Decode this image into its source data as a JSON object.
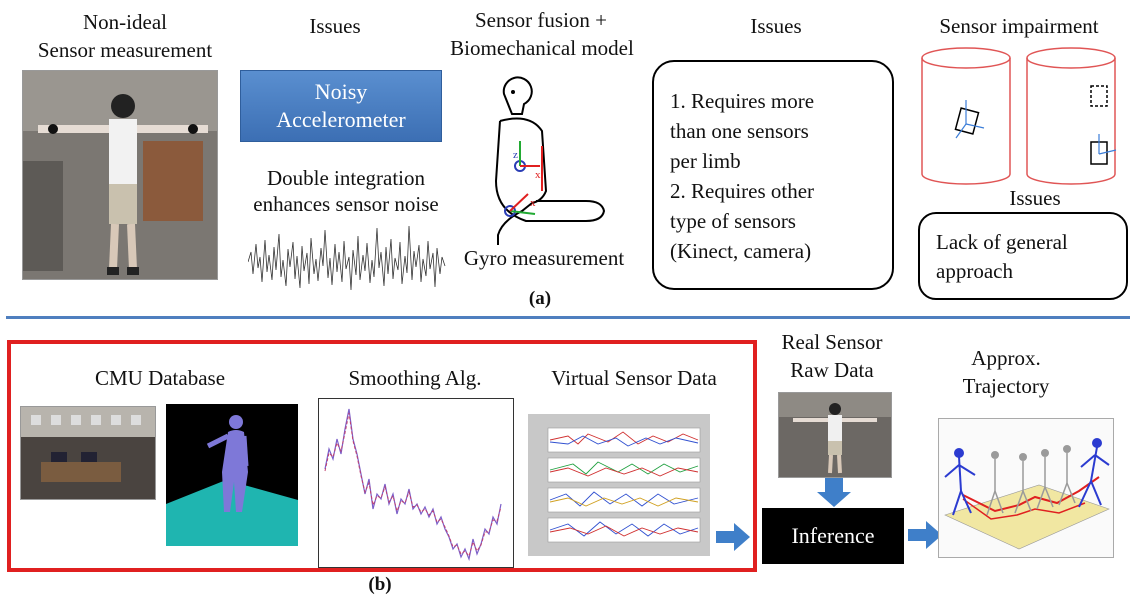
{
  "panel_a": {
    "label": "(a)",
    "col1_title_l1": "Non-ideal",
    "col1_title_l2": "Sensor measurement",
    "issues1": "Issues",
    "noisy_btn_l1": "Noisy",
    "noisy_btn_l2": "Accelerometer",
    "double_l1": "Double integration",
    "double_l2": "enhances sensor noise",
    "fusion_l1": "Sensor fusion +",
    "fusion_l2": "Biomechanical model",
    "gyro": "Gyro measurement",
    "issues2": "Issues",
    "req1": "1. Requires more",
    "req2": "than one sensors",
    "req3": "per limb",
    "req4": "2. Requires other",
    "req5": "type of sensors",
    "req6": "(Kinect, camera)",
    "impair": "Sensor impairment",
    "issues3": "Issues",
    "lack1": "Lack of general",
    "lack2": "approach"
  },
  "panel_b": {
    "label": "(b)",
    "cmu": "CMU Database",
    "smooth": "Smoothing Alg.",
    "virtual": "Virtual Sensor Data",
    "real1": "Real Sensor",
    "real2": "Raw Data",
    "inference": "Inference",
    "approx1": "Approx.",
    "approx2": "Trajectory"
  }
}
